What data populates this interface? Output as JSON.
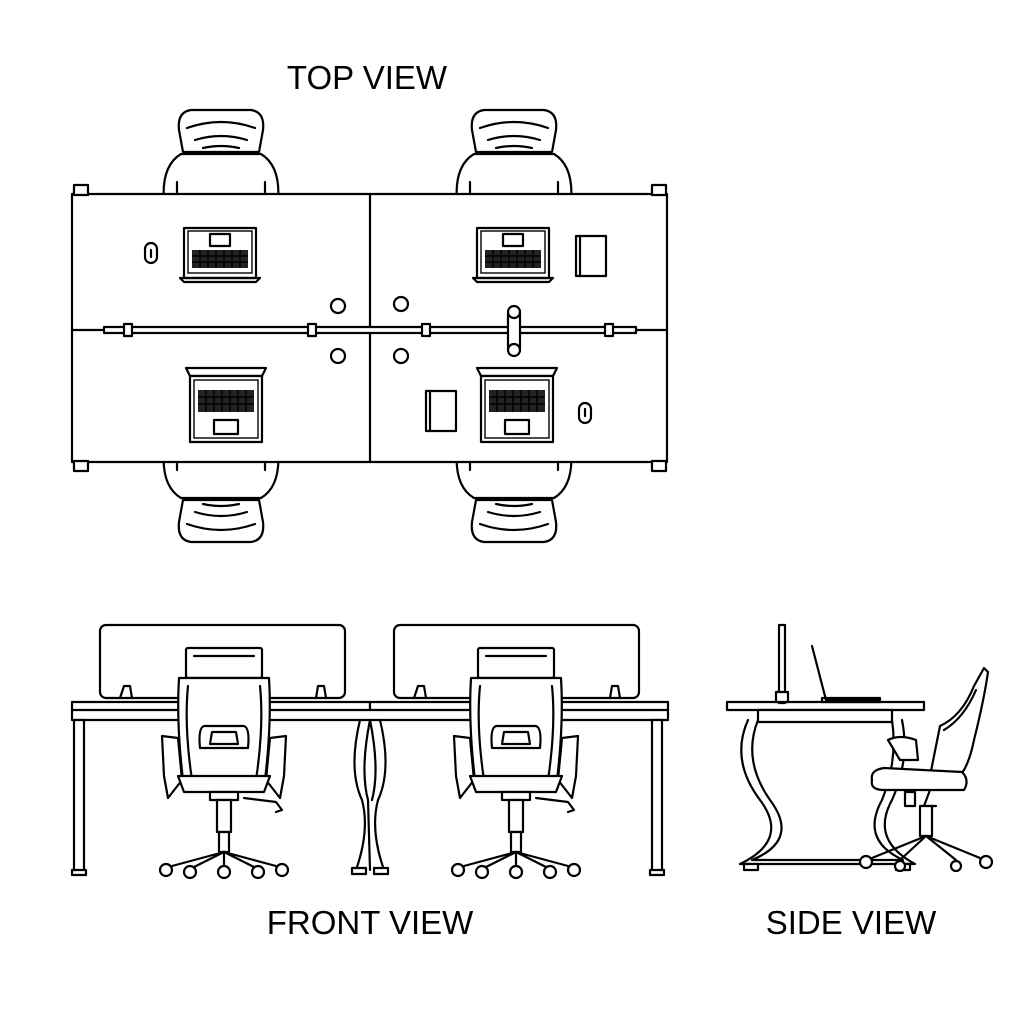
{
  "views": {
    "top_label": "TOP VIEW",
    "front_label": "FRONT VIEW",
    "side_label": "SIDE VIEW"
  }
}
